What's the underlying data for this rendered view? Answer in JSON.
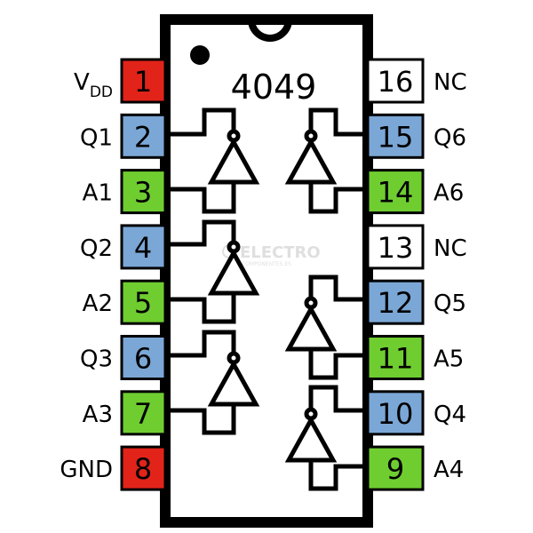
{
  "chip": {
    "part_number": "4049",
    "watermark_text": "ELECTRO",
    "watermark_subtext": "COMPONENTES.ES"
  },
  "colors": {
    "power": "#e2231a",
    "output": "#7ba7d6",
    "input": "#6fcd30",
    "nc": "#ffffff",
    "outline": "#000000"
  },
  "left_pins": [
    {
      "number": "1",
      "label": "V",
      "label_sub": "DD",
      "kind": "power"
    },
    {
      "number": "2",
      "label": "Q1",
      "kind": "output"
    },
    {
      "number": "3",
      "label": "A1",
      "kind": "input"
    },
    {
      "number": "4",
      "label": "Q2",
      "kind": "output"
    },
    {
      "number": "5",
      "label": "A2",
      "kind": "input"
    },
    {
      "number": "6",
      "label": "Q3",
      "kind": "output"
    },
    {
      "number": "7",
      "label": "A3",
      "kind": "input"
    },
    {
      "number": "8",
      "label": "GND",
      "kind": "power"
    }
  ],
  "right_pins": [
    {
      "number": "16",
      "label": "NC",
      "kind": "nc"
    },
    {
      "number": "15",
      "label": "Q6",
      "kind": "output"
    },
    {
      "number": "14",
      "label": "A6",
      "kind": "input"
    },
    {
      "number": "13",
      "label": "NC",
      "kind": "nc"
    },
    {
      "number": "12",
      "label": "Q5",
      "kind": "output"
    },
    {
      "number": "11",
      "label": "A5",
      "kind": "input"
    },
    {
      "number": "10",
      "label": "Q4",
      "kind": "output"
    },
    {
      "number": "9",
      "label": "A4",
      "kind": "input"
    }
  ]
}
